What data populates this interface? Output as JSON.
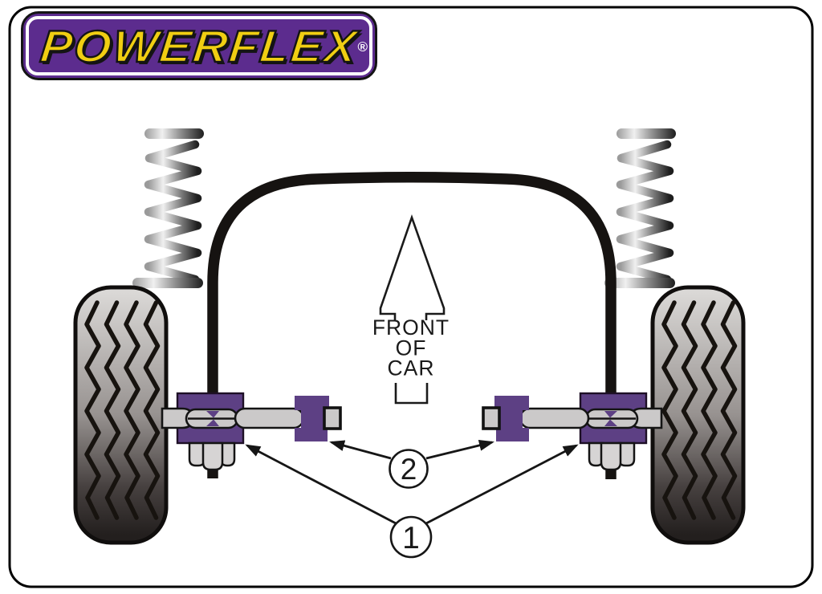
{
  "logo": {
    "brand": "POWERFLEX",
    "registered_mark": "®"
  },
  "front_of_car": {
    "line1": "FRONT",
    "line2": "OF",
    "line3": "CAR"
  },
  "callouts": {
    "outer_bush_number": "1",
    "inner_bush_number": "2"
  },
  "colors": {
    "logo_purple": "#5C2C8E",
    "logo_yellow": "#F0CE12",
    "bush_purple": "#5D4084",
    "metal_gray": "#CBC9C9",
    "nut_gray": "#D6D4D4",
    "line_black": "#161616"
  }
}
